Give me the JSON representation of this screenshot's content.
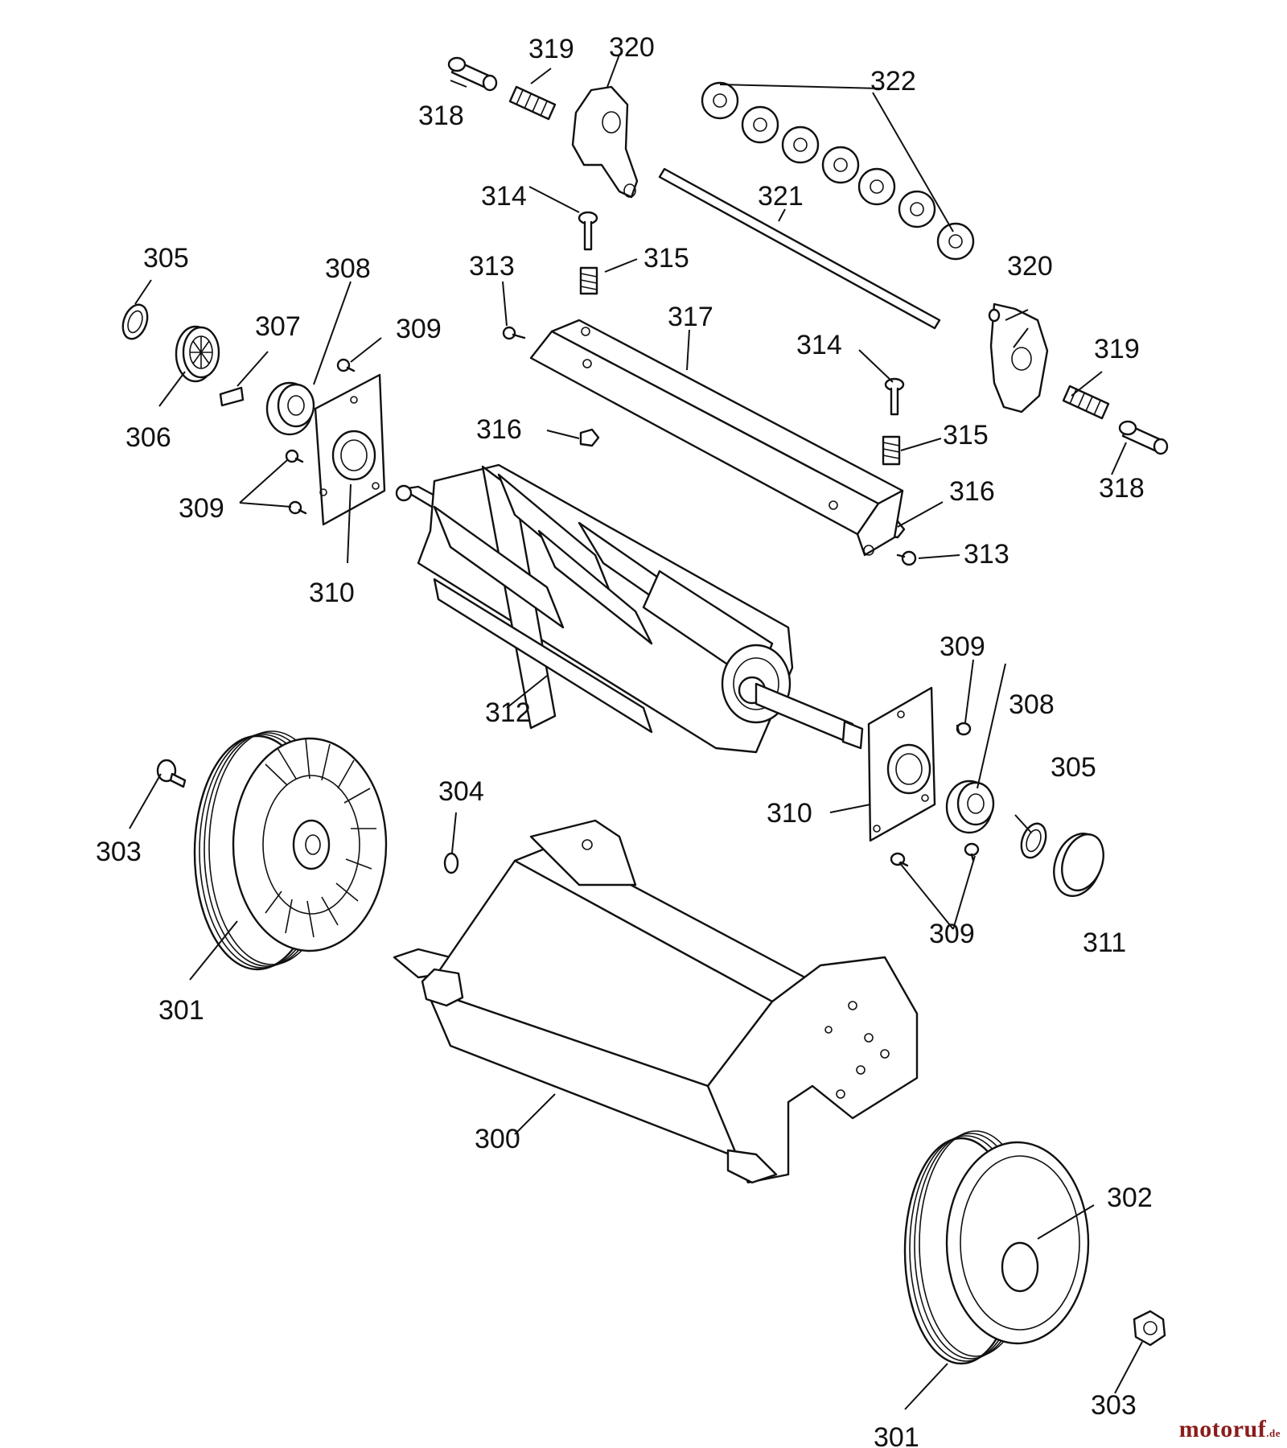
{
  "labels": {
    "p300": "300",
    "p301a": "301",
    "p301b": "301",
    "p302": "302",
    "p303a": "303",
    "p303b": "303",
    "p304": "304",
    "p305a": "305",
    "p305b": "305",
    "p306": "306",
    "p307": "307",
    "p308a": "308",
    "p308b": "308",
    "p309a": "309",
    "p309b": "309",
    "p309c": "309",
    "p309d": "309",
    "p310a": "310",
    "p310b": "310",
    "p311": "311",
    "p312": "312",
    "p313a": "313",
    "p313b": "313",
    "p314a": "314",
    "p314b": "314",
    "p315a": "315",
    "p315b": "315",
    "p316a": "316",
    "p316b": "316",
    "p317": "317",
    "p318a": "318",
    "p318b": "318",
    "p319a": "319",
    "p319b": "319",
    "p320a": "320",
    "p320b": "320",
    "p321": "321",
    "p322": "322"
  },
  "watermark": {
    "brand": "motoruf",
    "suffix": ".de"
  }
}
